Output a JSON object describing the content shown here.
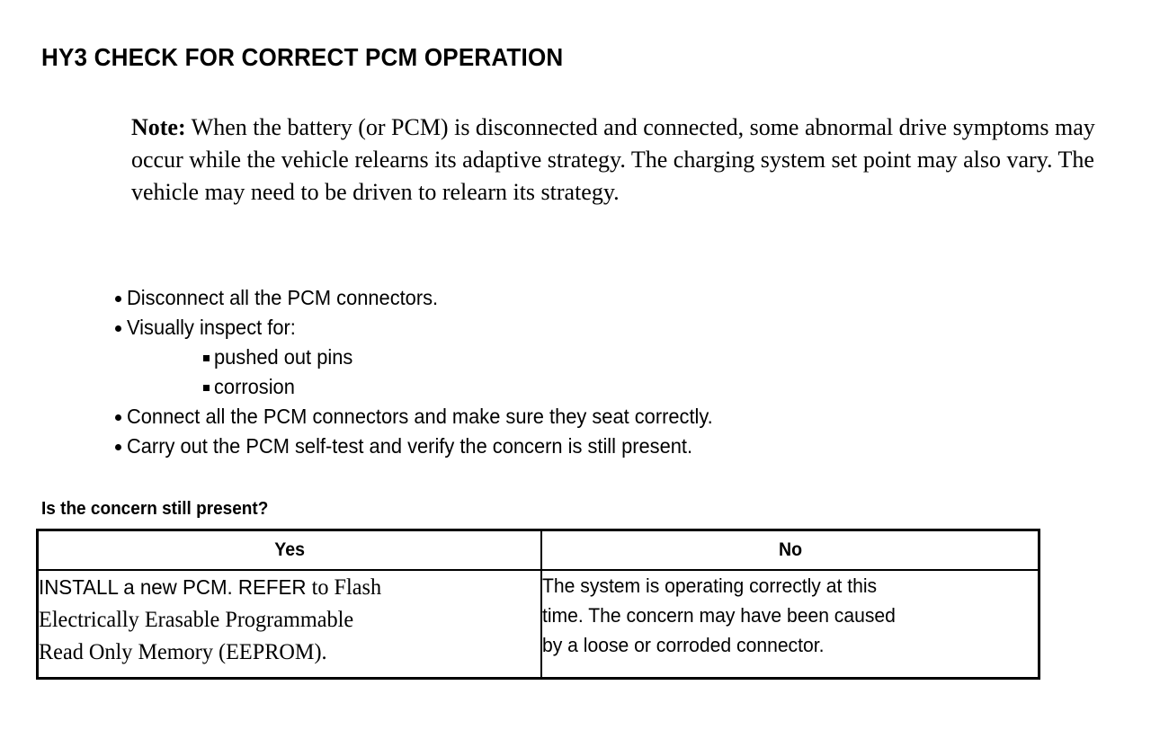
{
  "page": {
    "title": "HY3 CHECK FOR CORRECT PCM OPERATION",
    "background_color": "#ffffff",
    "text_color": "#000000"
  },
  "note": {
    "label": "Note:",
    "body": " When the battery (or PCM) is disconnected and connected, some abnormal drive symptoms may occur while the vehicle relearns its adaptive strategy. The charging system set point may also vary. The vehicle may need to be driven to relearn its strategy."
  },
  "steps": [
    {
      "marker": "bullet-dot",
      "level": 1,
      "text": "Disconnect all the PCM connectors."
    },
    {
      "marker": "bullet-dot",
      "level": 1,
      "text": "Visually inspect for:"
    },
    {
      "marker": "bullet-square",
      "level": 2,
      "text": "pushed out pins"
    },
    {
      "marker": "bullet-square",
      "level": 2,
      "text": "corrosion"
    },
    {
      "marker": "bullet-dot",
      "level": 1,
      "text": "Connect all the PCM connectors and make sure they seat correctly."
    },
    {
      "marker": "bullet-dot",
      "level": 1,
      "text": "Carry out the PCM self-test and verify the concern is still present."
    }
  ],
  "question": "Is the concern still present?",
  "decision_table": {
    "headers": [
      "Yes",
      "No"
    ],
    "yes_cell": {
      "line1_sans": "INSTALL a new PCM. REFER",
      "line1_serif": " to Flash",
      "line2_serif": "Electrically Erasable Programmable",
      "line3_serif": "Read Only Memory (EEPROM)."
    },
    "no_cell": {
      "line1": "The system is operating correctly at this",
      "line2": "time. The concern may have been caused",
      "line3": "by a loose or corroded connector."
    }
  }
}
